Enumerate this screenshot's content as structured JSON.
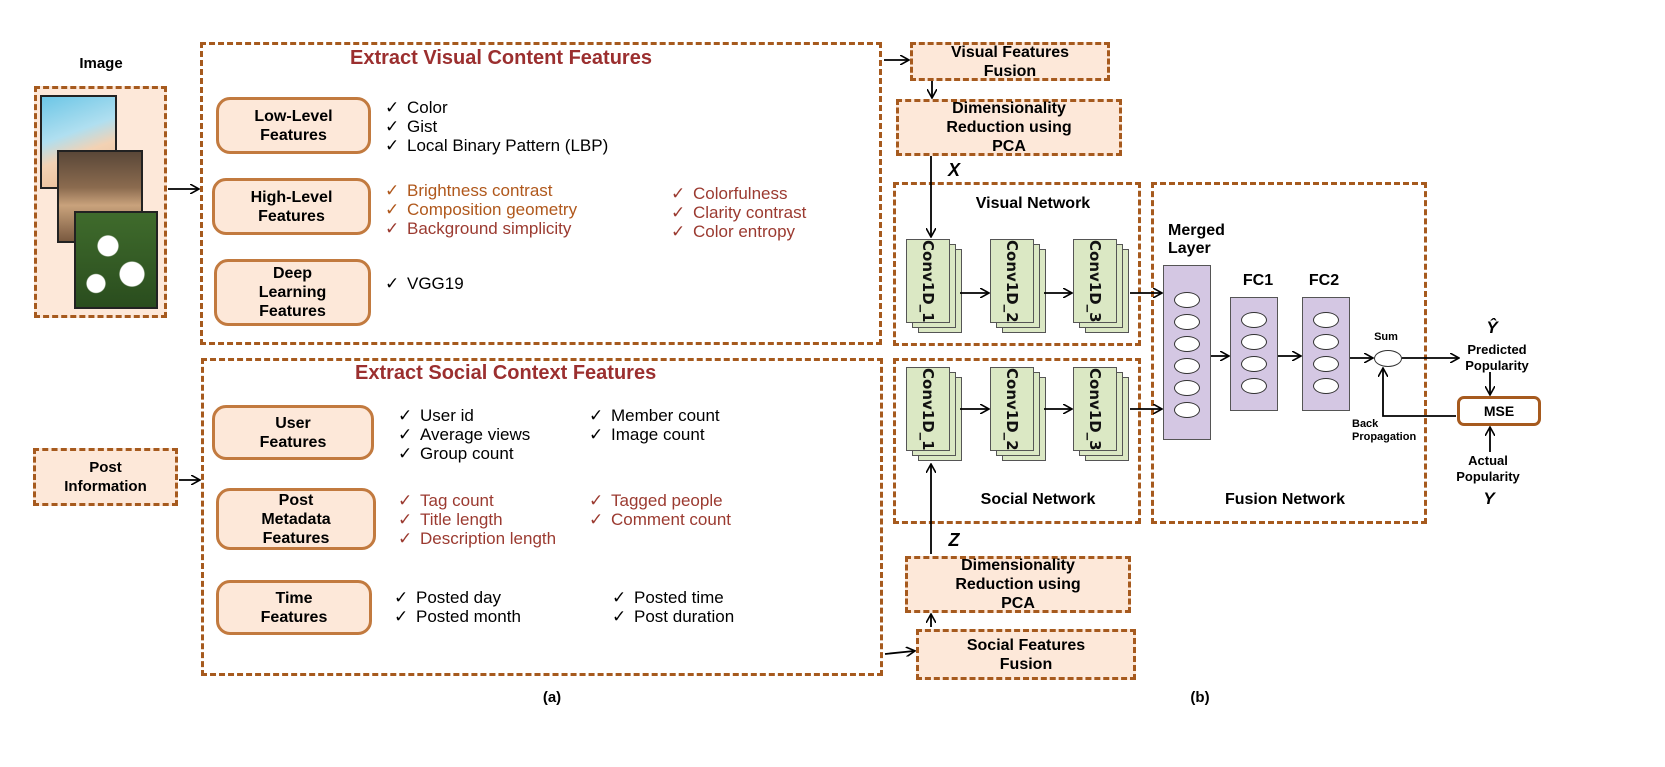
{
  "image_label": "Image",
  "post_info_label": "Post\nInformation",
  "visual_section": {
    "title": "Extract Visual Content Features",
    "low_level": {
      "label": "Low-Level\nFeatures",
      "items": [
        "Color",
        "Gist",
        "Local Binary Pattern (LBP)"
      ]
    },
    "high_level": {
      "label": "High-Level\nFeatures",
      "items_left": [
        "Brightness contrast",
        "Composition geometry",
        "Background simplicity"
      ],
      "items_right": [
        "Colorfulness",
        "Clarity contrast",
        "Color entropy"
      ]
    },
    "deep": {
      "label": "Deep\nLearning\nFeatures",
      "items": [
        "VGG19"
      ]
    }
  },
  "social_section": {
    "title": "Extract Social Context Features",
    "user": {
      "label": "User\nFeatures",
      "items_left": [
        "User id",
        "Average views",
        "Group count"
      ],
      "items_right": [
        "Member count",
        "Image count"
      ]
    },
    "post_meta": {
      "label": "Post\nMetadata\nFeatures",
      "items_left": [
        "Tag count",
        "Title length",
        "Description length"
      ],
      "items_right": [
        "Tagged people",
        "Comment count"
      ]
    },
    "time": {
      "label": "Time\nFeatures",
      "items_left": [
        "Posted day",
        "Posted month"
      ],
      "items_right": [
        "Posted time",
        "Post duration"
      ]
    }
  },
  "check_mark": "✓",
  "right_panel": {
    "visual_fusion": "Visual Features\nFusion",
    "dim_red_top": "Dimensionality\nReduction using\nPCA",
    "x_label": "X",
    "visual_network": "Visual Network",
    "social_network": "Social Network",
    "conv_labels": [
      "Conv1D_1",
      "Conv1D_2",
      "Conv1D_3"
    ],
    "merged_layer": "Merged\nLayer",
    "fc1": "FC1",
    "fc2": "FC2",
    "sum": "Sum",
    "y_hat": "Ŷ",
    "predicted": "Predicted\nPopularity",
    "mse": "MSE",
    "back_prop": "Back\nPropagation",
    "actual": "Actual\nPopularity",
    "y_label": "Y",
    "fusion_network": "Fusion Network",
    "z_label": "Z",
    "dim_red_bottom": "Dimensionality\nReduction using\nPCA",
    "social_fusion": "Social Features\nFusion"
  },
  "caption_a": "(a)",
  "caption_b": "(b)",
  "colors": {
    "dash": "#a65a1e",
    "peach": "#fde8d9",
    "title_red": "#9b2f2f",
    "conv_green": "#dbe8c4",
    "layer_purple": "#d4c7e3"
  }
}
